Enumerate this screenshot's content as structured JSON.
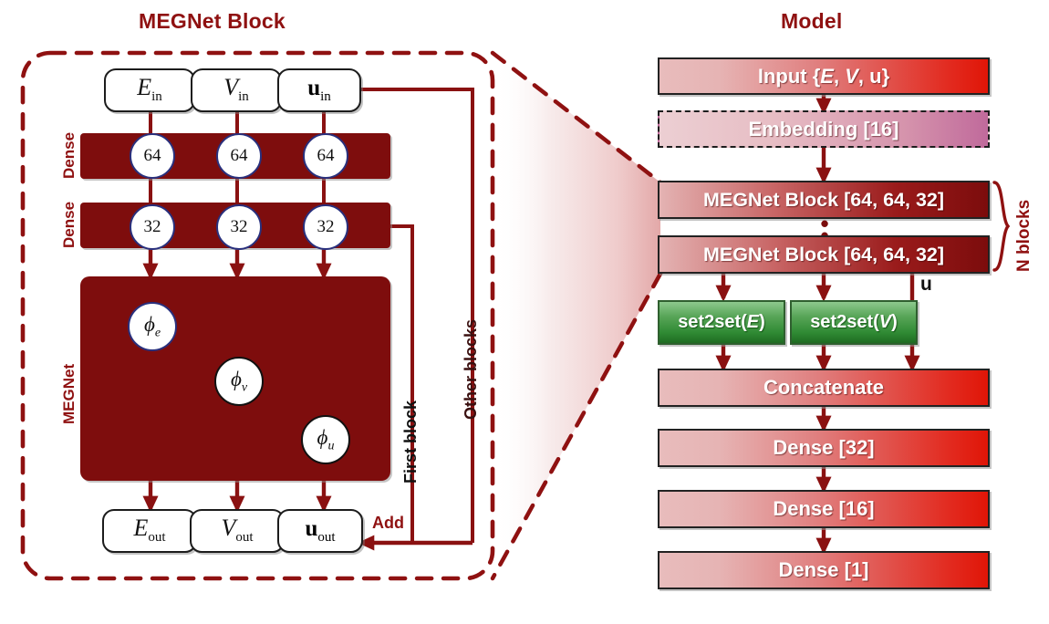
{
  "titles": {
    "left": "MEGNet Block",
    "right": "Model"
  },
  "megnet_block": {
    "inputs": [
      {
        "name": "E-in",
        "base": "E",
        "sub": "in",
        "style": "italic-serif"
      },
      {
        "name": "V-in",
        "base": "V",
        "sub": "in",
        "style": "italic-serif"
      },
      {
        "name": "u-in",
        "base": "u",
        "sub": "in",
        "style": "bold-serif"
      }
    ],
    "outputs": [
      {
        "name": "E-out",
        "base": "E",
        "sub": "out",
        "style": "italic-serif"
      },
      {
        "name": "V-out",
        "base": "V",
        "sub": "out",
        "style": "bold-serif"
      },
      {
        "name": "u-out",
        "base": "u",
        "sub": "out",
        "style": "bold-serif"
      }
    ],
    "dense_rows": [
      {
        "label": "Dense",
        "units": [
          "64",
          "64",
          "64"
        ]
      },
      {
        "label": "Dense",
        "units": [
          "32",
          "32",
          "32"
        ]
      }
    ],
    "megnet_label": "MEGNet",
    "phi_nodes": [
      {
        "name": "phi-e",
        "base": "ϕ",
        "sub": "e"
      },
      {
        "name": "phi-v",
        "base": "ϕ",
        "sub": "v"
      },
      {
        "name": "phi-u",
        "base": "ϕ",
        "sub": "u"
      }
    ],
    "side_labels": {
      "first_block": "First block",
      "other_blocks": "Other blocks",
      "add": "Add"
    }
  },
  "model": {
    "bars": [
      {
        "name": "input",
        "text": "Input {E, V, u}",
        "kind": "redgrad"
      },
      {
        "name": "embedding",
        "text": "Embedding [16]",
        "kind": "embed"
      },
      {
        "name": "megnet-block-1",
        "text": "MEGNet Block [64, 64, 32]",
        "kind": "megblock"
      },
      {
        "name": "megnet-block-n",
        "text": "MEGNet Block [64, 64, 32]",
        "kind": "megblock"
      },
      {
        "name": "set2set-e",
        "text": "set2set(E)",
        "kind": "green"
      },
      {
        "name": "set2set-v",
        "text": "set2set(V)",
        "kind": "green"
      },
      {
        "name": "concatenate",
        "text": "Concatenate",
        "kind": "redgrad"
      },
      {
        "name": "dense-32",
        "text": "Dense [32]",
        "kind": "redgrad"
      },
      {
        "name": "dense-16",
        "text": "Dense [16]",
        "kind": "redgrad"
      },
      {
        "name": "dense-1",
        "text": "Dense [1]",
        "kind": "redgrad"
      }
    ],
    "n_blocks_label": "N blocks",
    "u_label": "u",
    "vertical_dots": "⋮"
  },
  "colors": {
    "title_red": "#8f1111",
    "dark_red_fill": "#7e0d0d",
    "arrow_red": "#8a1111",
    "node_blue_stroke": "#29307d",
    "green_fill": "#2f8a33",
    "bright_red": "#e01507"
  }
}
